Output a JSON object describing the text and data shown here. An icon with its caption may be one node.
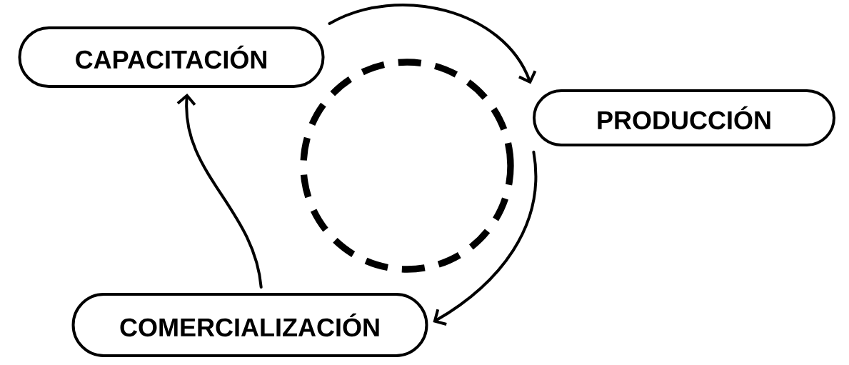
{
  "diagram": {
    "nodes": [
      {
        "text": [
          "CAPACITACIÓN"
        ]
      },
      {
        "text": [
          "PRODUCCIÓN"
        ]
      },
      {
        "text": [
          "COMERCIALIZACIÓN"
        ]
      },
      {
        "text": [],
        "shape": "circle"
      }
    ],
    "edges": [
      {
        "from": 0,
        "to": 1,
        "arrow": "to"
      },
      {
        "from": 1,
        "to": 2,
        "arrow": "to"
      },
      {
        "from": 2,
        "to": 0,
        "arrow": "to"
      }
    ]
  }
}
